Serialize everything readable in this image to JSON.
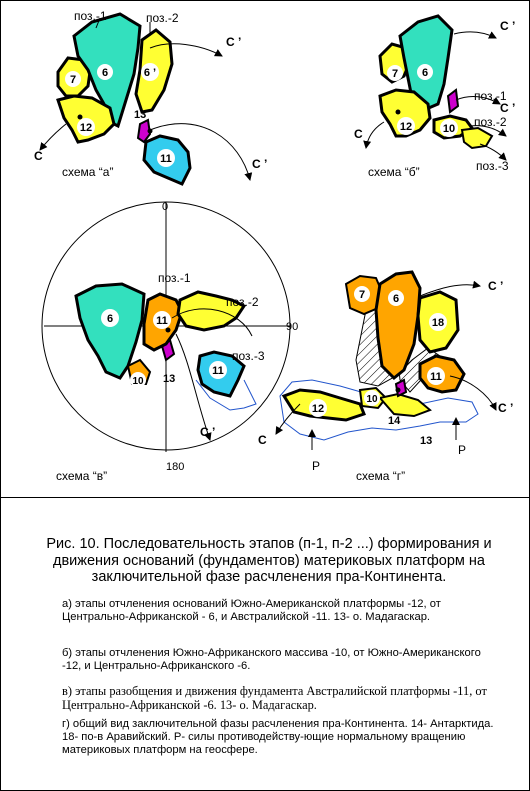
{
  "labels": {
    "poz1": "поз.-1",
    "poz2": "поз.-2",
    "poz3": "поз.-3",
    "c": "C",
    "c_prime": "C ’",
    "n6": "6",
    "n6p": "6 ’",
    "n7": "7",
    "n10": "10",
    "n11": "11",
    "n12": "12",
    "n13": "13",
    "n14": "14",
    "n18": "18",
    "p": "P",
    "deg0": "0",
    "deg90": "90",
    "deg180": "180"
  },
  "schemes": {
    "a": "схема “а”",
    "b": "схема “б”",
    "v": "схема “в”",
    "g": "схема “г”"
  },
  "caption": {
    "title": "Рис. 10. Последовательность этапов (п-1, п-2 ...) формирования и движения оснований (фундаментов) материковых платформ на заключительной фазе расчленения пра-Континента.",
    "a": "а) этапы отчленения оснований Южно-Американской платформы -12, от Центрально-Африканской - 6, и Австралийской -11. 13- о. Мадагаскар.",
    "b": "б) этапы отчленения Южно-Африканского массива -10, от Южно-Американского -12, и Центрально-Африканского -6.",
    "v": "в) этапы разобщения и движения фундамента Австралийской платформы -11, от Центрально-Африканской -6. 13- о. Мадагаскар.",
    "g": "г) общий вид заключительной фазы расчленения пра-Континента. 14- Антарктида. 18- по-в Аравийский. Р- силы противодейству-ющие нормальному вращению материковых платформ на геосфере."
  },
  "colors": {
    "teal": "#33E0BE",
    "yellow": "#FFFF33",
    "cyan": "#33CCEE",
    "orange": "#FFA500",
    "magenta": "#CC00CC",
    "blue_outline": "#2255CC"
  }
}
